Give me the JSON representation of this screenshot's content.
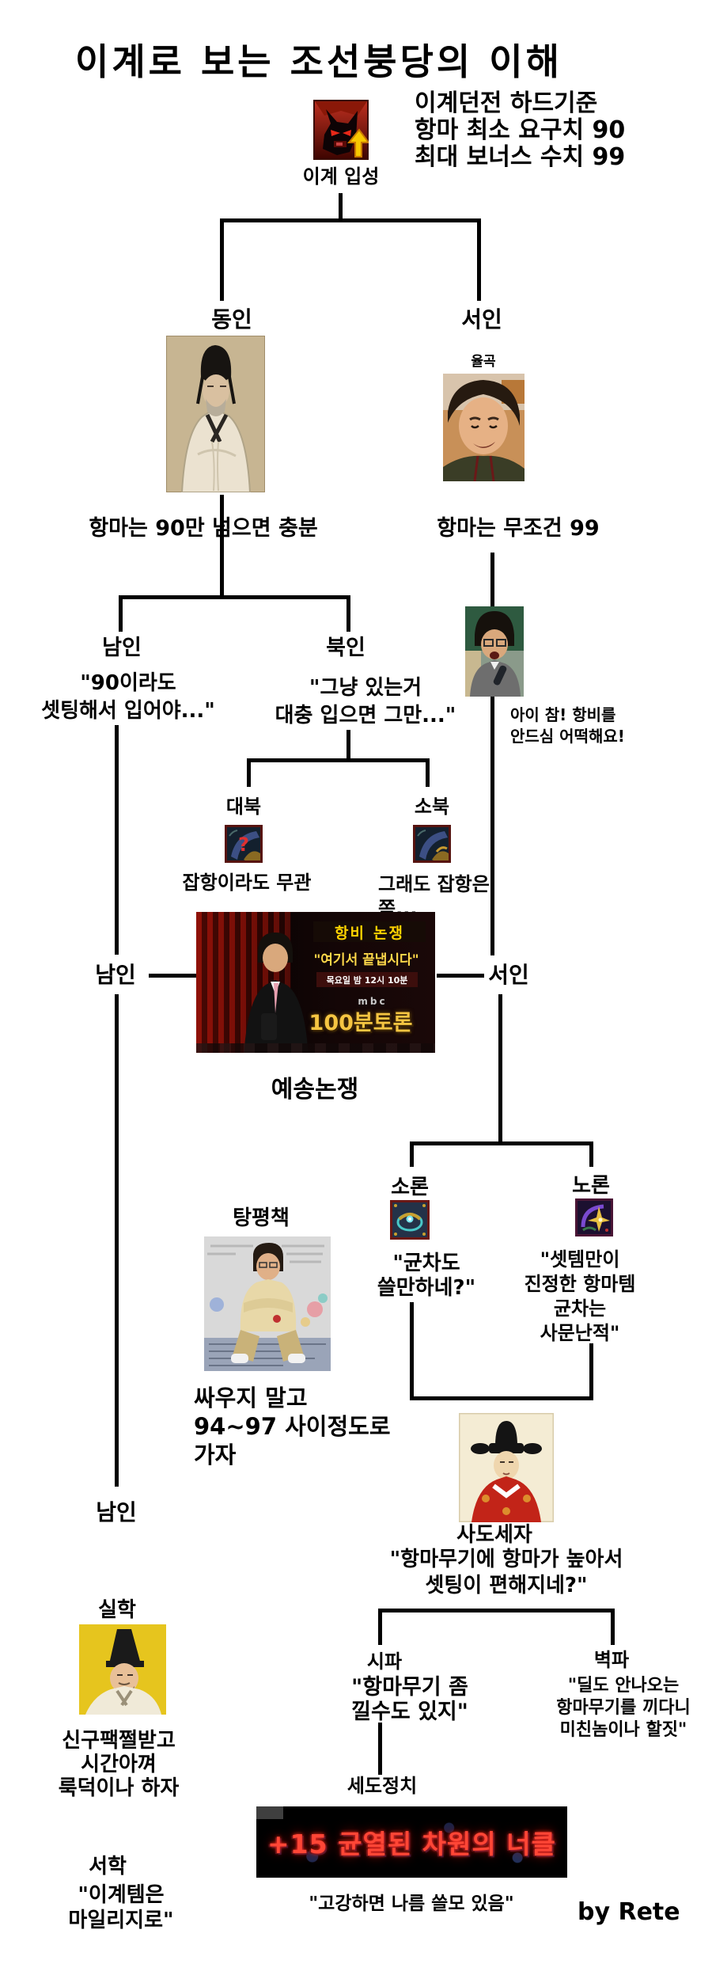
{
  "title": "이계로 보는 조선붕당의 이해",
  "header": {
    "icon_label": "이계 입성",
    "rules": [
      "이계던전 하드기준",
      "항마 최소 요구치 90",
      "최대 보너스 수치 99"
    ]
  },
  "nodes": {
    "dongin": {
      "label": "동인",
      "note": "항마는 90만 넘으면 충분"
    },
    "seoin_top": {
      "label": "서인",
      "sublabel": "율곡",
      "note": "항마는 무조건 99",
      "speech": [
        "아이 참! 항비를",
        "안드심 어떡해요!"
      ]
    },
    "namin": {
      "label": "남인",
      "quote": [
        "\"90이라도",
        "셋팅해서 입어야...\""
      ]
    },
    "bugin": {
      "label": "북인",
      "quote": [
        "\"그냥 있는거",
        "대충 입으면 그만...\""
      ]
    },
    "daebuk": {
      "label": "대북",
      "note": "잡항이라도 무관"
    },
    "sobuk": {
      "label": "소북",
      "quote": [
        "그래도 잡항은",
        "쫌..."
      ]
    },
    "namin_mid": {
      "label": "남인"
    },
    "seoin_mid": {
      "label": "서인"
    },
    "yesong": {
      "label": "예송논쟁"
    },
    "soron": {
      "label": "소론",
      "quote": [
        "\"균차도",
        "쓸만하네?\""
      ]
    },
    "noron": {
      "label": "노론",
      "quote": [
        "\"셋템만이",
        "진정한 항마템",
        "균차는",
        "사문난적\""
      ]
    },
    "tangpyeong": {
      "label": "탕평책",
      "note": [
        "싸우지 말고",
        "94~97 사이정도로",
        "가자"
      ]
    },
    "namin_bottom": {
      "label": "남인"
    },
    "sado": {
      "label": "사도세자",
      "quote": [
        "\"항마무기에 항마가 높아서",
        "셋팅이 편해지네?\""
      ]
    },
    "sipa": {
      "label": "시파",
      "quote": [
        "\"항마무기 좀",
        "낄수도 있지\""
      ]
    },
    "byeokpa": {
      "label": "벽파",
      "quote": [
        "\"딜도 안나오는",
        "항마무기를 끼다니",
        "미친놈이나 할짓\""
      ]
    },
    "silhak": {
      "label": "실학",
      "note": [
        "신구팩쩔받고",
        "시간아껴",
        "룩덕이나 하자"
      ]
    },
    "seohak": {
      "label": "서학",
      "quote": [
        "\"이계템은",
        "마일리지로\""
      ]
    },
    "sedo": {
      "label": "세도정치",
      "item": "+15 균열된 차원의 너클",
      "quote": "\"고강하면 나름 쓸모 있음\""
    }
  },
  "mbc": {
    "tag_highlight": "항비",
    "tag": "논쟁",
    "quote": "\"여기서 끝냅시다\"",
    "schedule": "목요일 밤 12시 10분",
    "channel": "mbc",
    "show": "100분토론"
  },
  "daebuk_icon_mark": "?",
  "credit": "by Rete",
  "colors": {
    "background": "#ffffff",
    "line": "#000000",
    "banner_background": "#000000",
    "banner_text": "#ff4636",
    "mbc_gold": "#f5c542",
    "mbc_yellow": "#ffd200"
  }
}
